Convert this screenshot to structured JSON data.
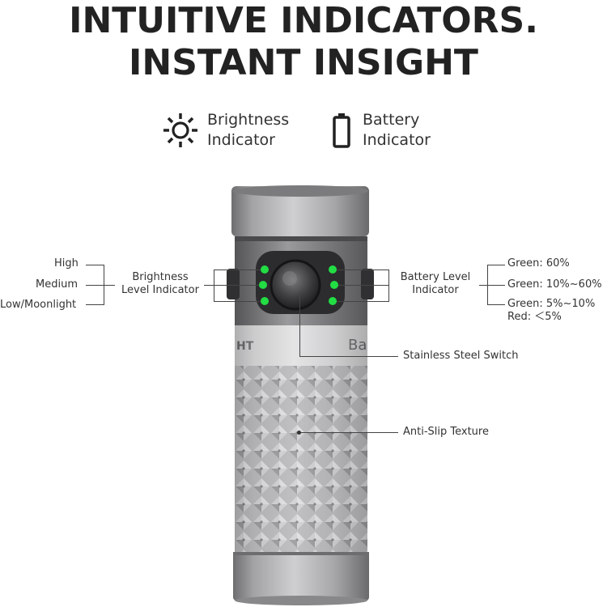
{
  "title": {
    "line1": "INTUITIVE INDICATORS.",
    "line2": "INSTANT INSIGHT"
  },
  "legend": {
    "brightness": {
      "line1": "Brightness",
      "line2": "Indicator",
      "icon": "sun-icon"
    },
    "battery": {
      "line1": "Battery",
      "line2": "Indicator",
      "icon": "battery-icon"
    }
  },
  "left_labels": {
    "high": "High",
    "medium": "Medium",
    "low": "Low/Moonlight"
  },
  "brightness_indicator": {
    "line1": "Brightness",
    "line2": "Level Indicator"
  },
  "battery_indicator": {
    "line1": "Battery Level",
    "line2": "Indicator"
  },
  "battery_levels": {
    "high": "Green:  60%",
    "medium": "Green: 10%~60%",
    "low1": "Green: 5%~10%",
    "low2": "Red: ＜5%"
  },
  "switch_label": "Stainless Steel Switch",
  "texture_label": "Anti-Slip Texture",
  "body_text": {
    "left": "HT",
    "right": "Ba"
  },
  "colors": {
    "led_green": "#22dd44",
    "body": "#a9a9ab",
    "text": "#222222"
  }
}
